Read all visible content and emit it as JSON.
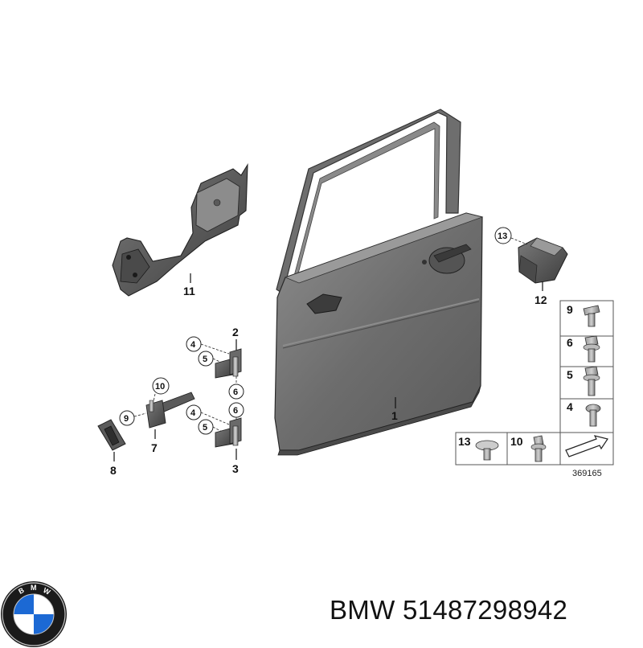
{
  "diagram": {
    "callouts": {
      "door": "1",
      "hinge_upper": "2",
      "hinge_lower": "3",
      "hinge_upper_ref4": "4",
      "hinge_upper_ref5": "5",
      "hinge_upper_ref6": "6",
      "hinge_lower_ref4": "4",
      "hinge_lower_ref5": "5",
      "hinge_lower_ref6": "6",
      "check_strap": "7",
      "check_strap_ref9": "9",
      "check_strap_ref10": "10",
      "pad": "8",
      "vapor_barrier": "11",
      "bracket": "12",
      "bracket_ref13": "13"
    },
    "fastener_table": {
      "rows": [
        {
          "num": "9"
        },
        {
          "num": "6"
        },
        {
          "num": "5"
        },
        {
          "num": "4"
        }
      ],
      "bottom": {
        "left_num": "13",
        "mid_num": "10"
      }
    },
    "drawing_number": "369165"
  },
  "logo": {
    "text": "BMW",
    "colors": {
      "blue": "#1c69d4",
      "black": "#1a1a1a",
      "white": "#ffffff"
    }
  },
  "caption": "BMW 51487298942"
}
